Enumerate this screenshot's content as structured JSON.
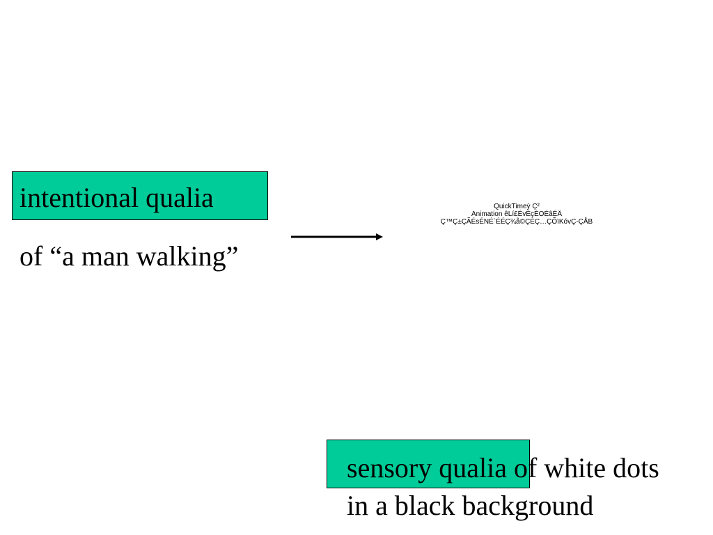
{
  "slide": {
    "intentional_label": "intentional qualia",
    "intentional_object": "of “a man walking”",
    "sensory_label": "sensory qualia",
    "sensory_rest_line1": " of white dots",
    "sensory_line2": "in a black background"
  },
  "quicktime_placeholder": {
    "line1": "QuickTimeý Ç²",
    "line2": "Animation êLí£ÉvÉçÉOÉâÉÄ",
    "line3": "Ç™Ç±ÇÃÉsÉNÉ`ÉÉÇ¾å©ÇÈÇ…ÇÕïKóvÇ-ÇÅB"
  },
  "colors": {
    "highlight": "#00cc99",
    "text": "#000000",
    "background": "#ffffff"
  }
}
